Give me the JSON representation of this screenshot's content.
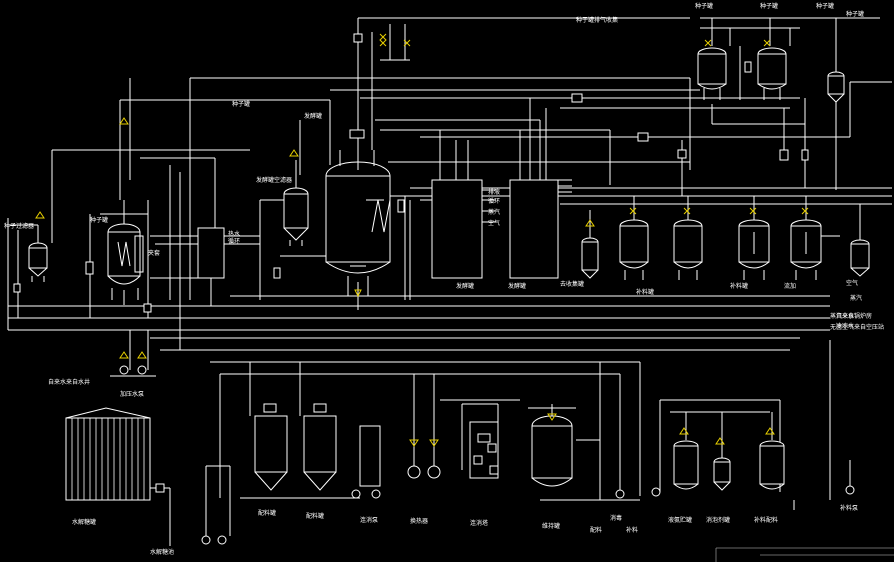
{
  "labels": {
    "l01": "种子罐",
    "l02": "种子罐",
    "l03": "种子罐",
    "l04": "种子罐",
    "l05": "种子罐排气收集",
    "l06": "种子罐",
    "l07": "种子过滤器",
    "l08": "种子罐",
    "l09": "夹套",
    "l10": "热水",
    "l11": "循环",
    "l12": "发酵罐空滤器",
    "l13": "发酵罐",
    "l14": "发酵罐",
    "l15": "发酵罐",
    "l16": "排液",
    "l17": "循环",
    "l18": "蒸汽",
    "l19": "空气",
    "l20": "去收集罐",
    "l21": "补料罐",
    "l22": "补料罐",
    "l23": "流加",
    "l24": "空气",
    "l25": "蒸汽",
    "l26": "自来水",
    "l27": "冷冻水",
    "l28": "蒸汽来自锅炉房",
    "l29": "无菌空气来自空压站",
    "l30": "自来水来自水井",
    "l31": "加压水泵",
    "l32": "水解糖罐",
    "l33": "配料罐",
    "l34": "配料罐",
    "l35": "连消泵",
    "l36": "换热器",
    "l37": "连消塔",
    "l38": "维持罐",
    "l39": "配料",
    "l40": "消毒",
    "l41": "补料",
    "l42": "液氨贮罐",
    "l43": "消泡剂罐",
    "l44": "补料配料",
    "l45": "补料泵",
    "l46": "水解糖池"
  }
}
